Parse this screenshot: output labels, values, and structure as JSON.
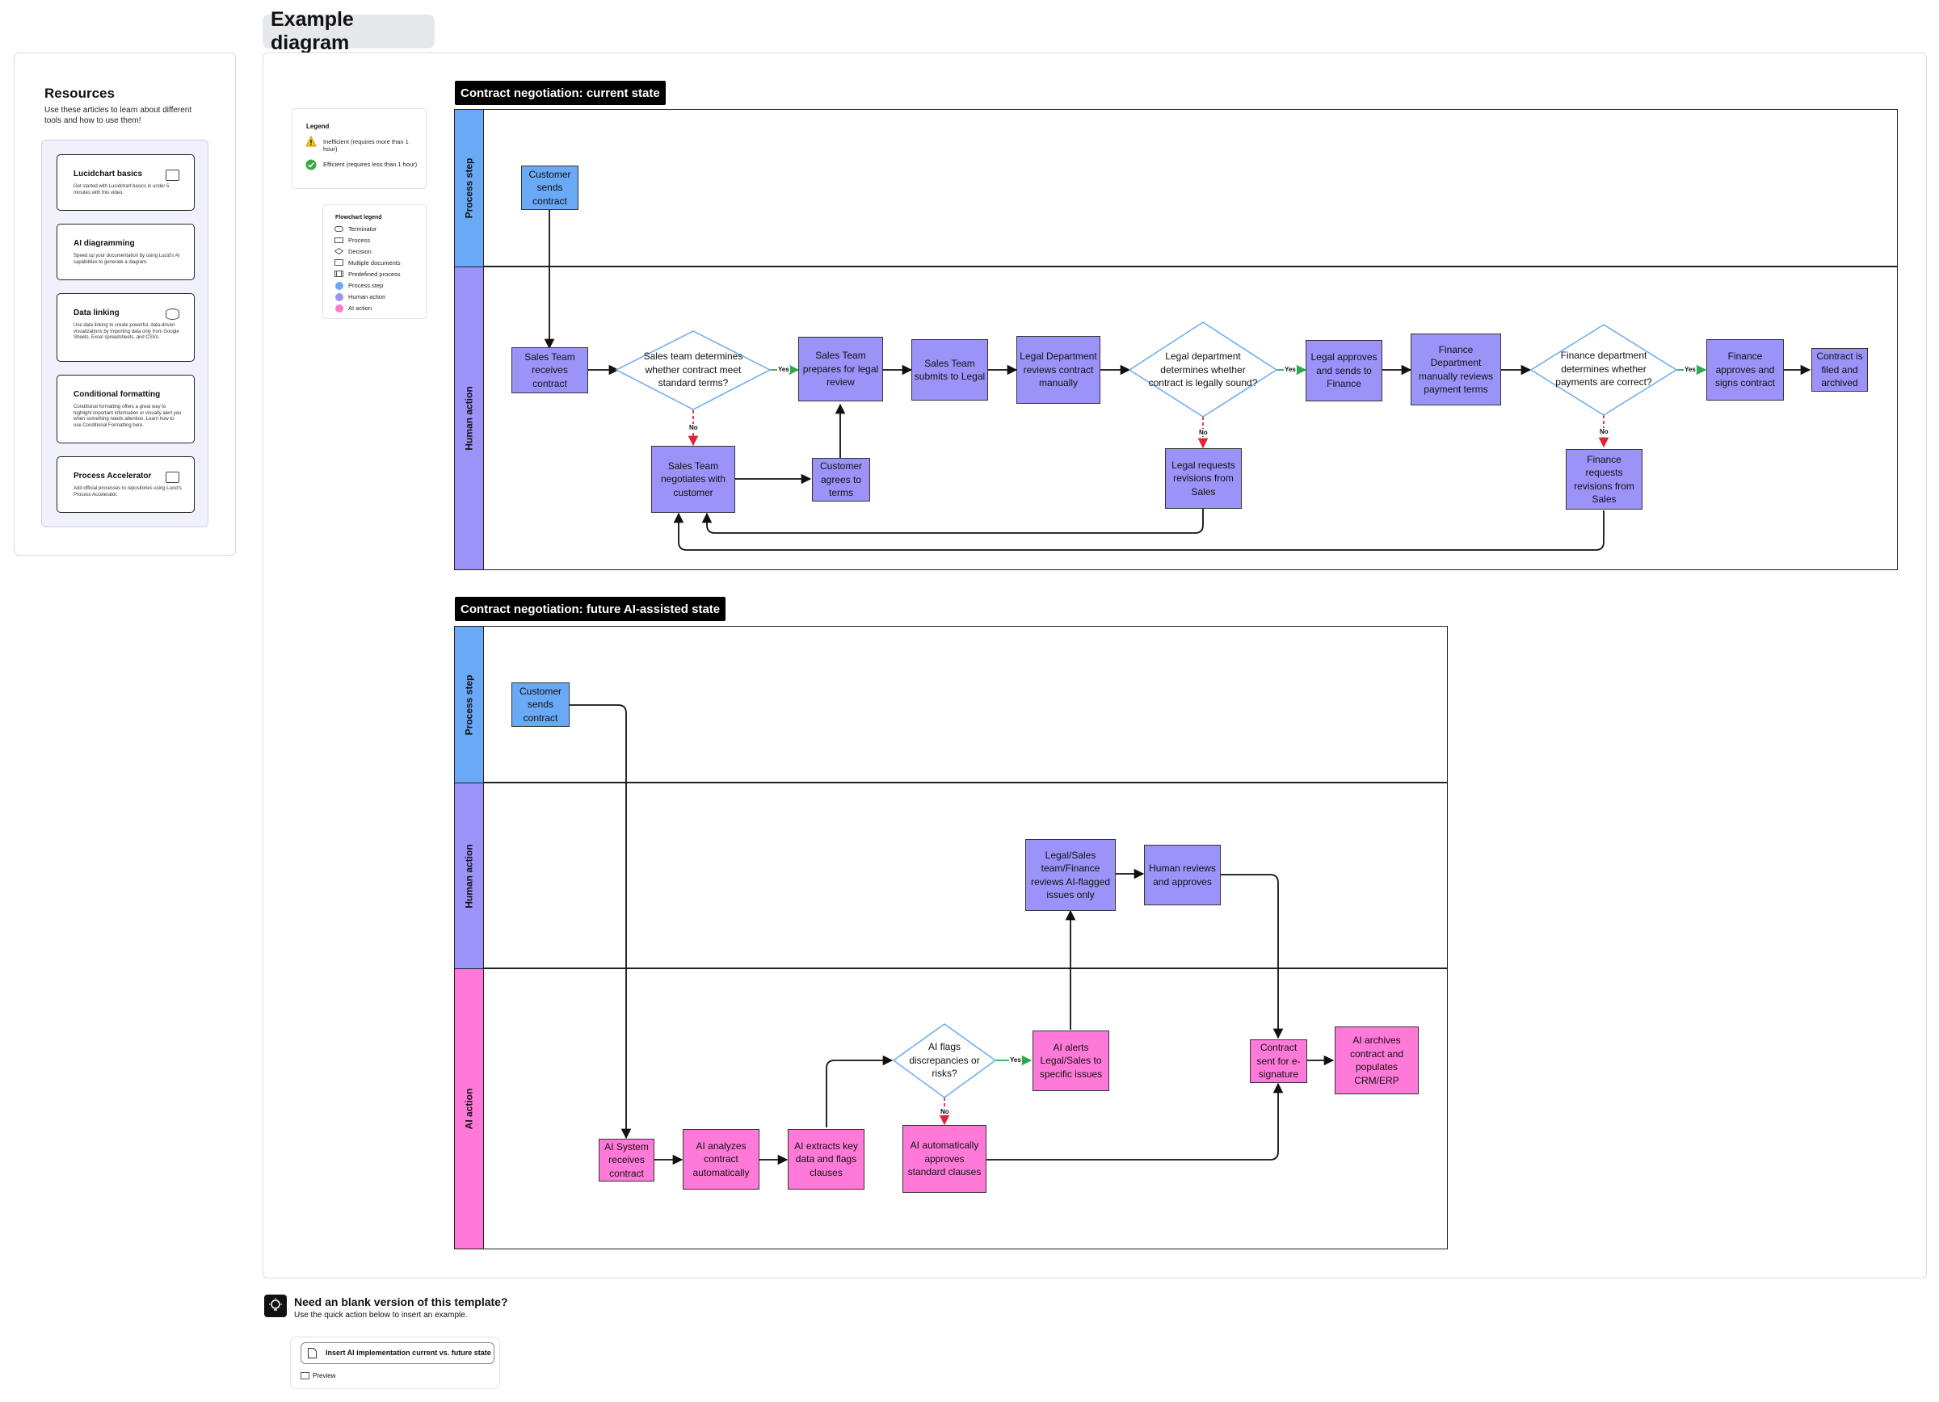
{
  "page_title": "Example diagram",
  "resources": {
    "title": "Resources",
    "subtitle": "Use these articles to learn about different tools and how to use them!",
    "cards": [
      {
        "title": "Lucidchart basics",
        "desc": "Get started with Lucidchart basics in under 5 minutes with this video.",
        "icon": "video-icon"
      },
      {
        "title": "AI diagramming",
        "desc": "Speed up your documentation by using Lucid's AI capabilities to generate a diagram.",
        "icon": ""
      },
      {
        "title": "Data linking",
        "desc": "Use data linking to create powerful, data-driven visualizations by importing data only from Google Sheets, Excel spreadsheets, and CSVs.",
        "icon": "database-icon"
      },
      {
        "title": "Conditional formatting",
        "desc": "Conditional formatting offers a great way to highlight important information or visually alert you when something needs attention. Learn how to use Conditional Formatting here.",
        "icon": ""
      },
      {
        "title": "Process Accelerator",
        "desc": "Add official processes to repositories using Lucid's Process Accelerator.",
        "icon": "image-icon"
      }
    ]
  },
  "legend": {
    "title": "Legend",
    "items": [
      {
        "icon": "warning-icon",
        "text": "Inefficient (requires more than 1 hour)",
        "color": "#f5c518"
      },
      {
        "icon": "check-circle-icon",
        "text": "Efficient (requires less than 1 hour)",
        "color": "#3aa845"
      }
    ]
  },
  "flowchart_legend": {
    "title": "Flowchart legend",
    "items": [
      {
        "shape": "terminator",
        "text": "Terminator"
      },
      {
        "shape": "process",
        "text": "Process"
      },
      {
        "shape": "decision",
        "text": "Decision"
      },
      {
        "shape": "multiple-documents",
        "text": "Multiple documents"
      },
      {
        "shape": "predefined-process",
        "text": "Predefined process"
      },
      {
        "shape": "dot-blue",
        "text": "Process step",
        "color": "#6aa9f6"
      },
      {
        "shape": "dot-purple",
        "text": "Human action",
        "color": "#9b93f8"
      },
      {
        "shape": "dot-pink",
        "text": "AI action",
        "color": "#ff79d9"
      }
    ]
  },
  "colors": {
    "process_step": "#6aa9f6",
    "human_action": "#9b93f8",
    "ai_action": "#ff79d9",
    "yes_arrow": "#2fa84f",
    "no_arrow": "#e0223a"
  },
  "current_state": {
    "title": "Contract negotiation: current state",
    "lanes": [
      "Process step",
      "Human action"
    ],
    "nodes": {
      "customer_sends": "Customer sends contract",
      "sales_receives": "Sales Team receives contract",
      "sales_determines": "Sales team determines whether contract meet standard terms?",
      "sales_prepares": "Sales Team prepares for legal review",
      "sales_submits": "Sales Team submits to Legal",
      "legal_reviews": "Legal Department reviews contract manually",
      "legal_determines": "Legal department determines whether contract is legally sound?",
      "legal_approves": "Legal approves and sends to Finance",
      "finance_reviews": "Finance Department manually reviews payment terms",
      "finance_determines": "Finance department determines whether payments are correct?",
      "finance_approves": "Finance approves and signs contract",
      "contract_filed": "Contract is filed and archived",
      "sales_negotiates": "Sales Team negotiates with customer",
      "customer_agrees": "Customer agrees to terms",
      "legal_requests": "Legal requests revisions from Sales",
      "finance_requests": "Finance requests revisions from Sales"
    },
    "yes": "Yes",
    "no": "No"
  },
  "future_state": {
    "title": "Contract negotiation: future AI-assisted state",
    "lanes": [
      "Process step",
      "Human action",
      "AI action"
    ],
    "nodes": {
      "customer_sends": "Customer sends contract",
      "review_flagged": "Legal/Sales team/Finance reviews AI-flagged issues only",
      "human_reviews": "Human reviews and approves",
      "ai_receives": "AI System receives contract",
      "ai_analyzes": "AI analyzes contract automatically",
      "ai_extracts": "AI extracts key data and flags clauses",
      "ai_flags": "AI flags discrepancies or risks?",
      "ai_alerts": "AI alerts Legal/Sales to specific issues",
      "ai_approves": "AI automatically approves standard clauses",
      "contract_sent": "Contract sent for e-signature",
      "ai_archives": "AI archives contract and populates CRM/ERP"
    },
    "yes": "Yes",
    "no": "No"
  },
  "footer": {
    "heading": "Need an blank version of this template?",
    "sub": "Use the quick action below to insert an example.",
    "button": "Insert AI implementation current vs. future state",
    "preview": "Preview"
  }
}
